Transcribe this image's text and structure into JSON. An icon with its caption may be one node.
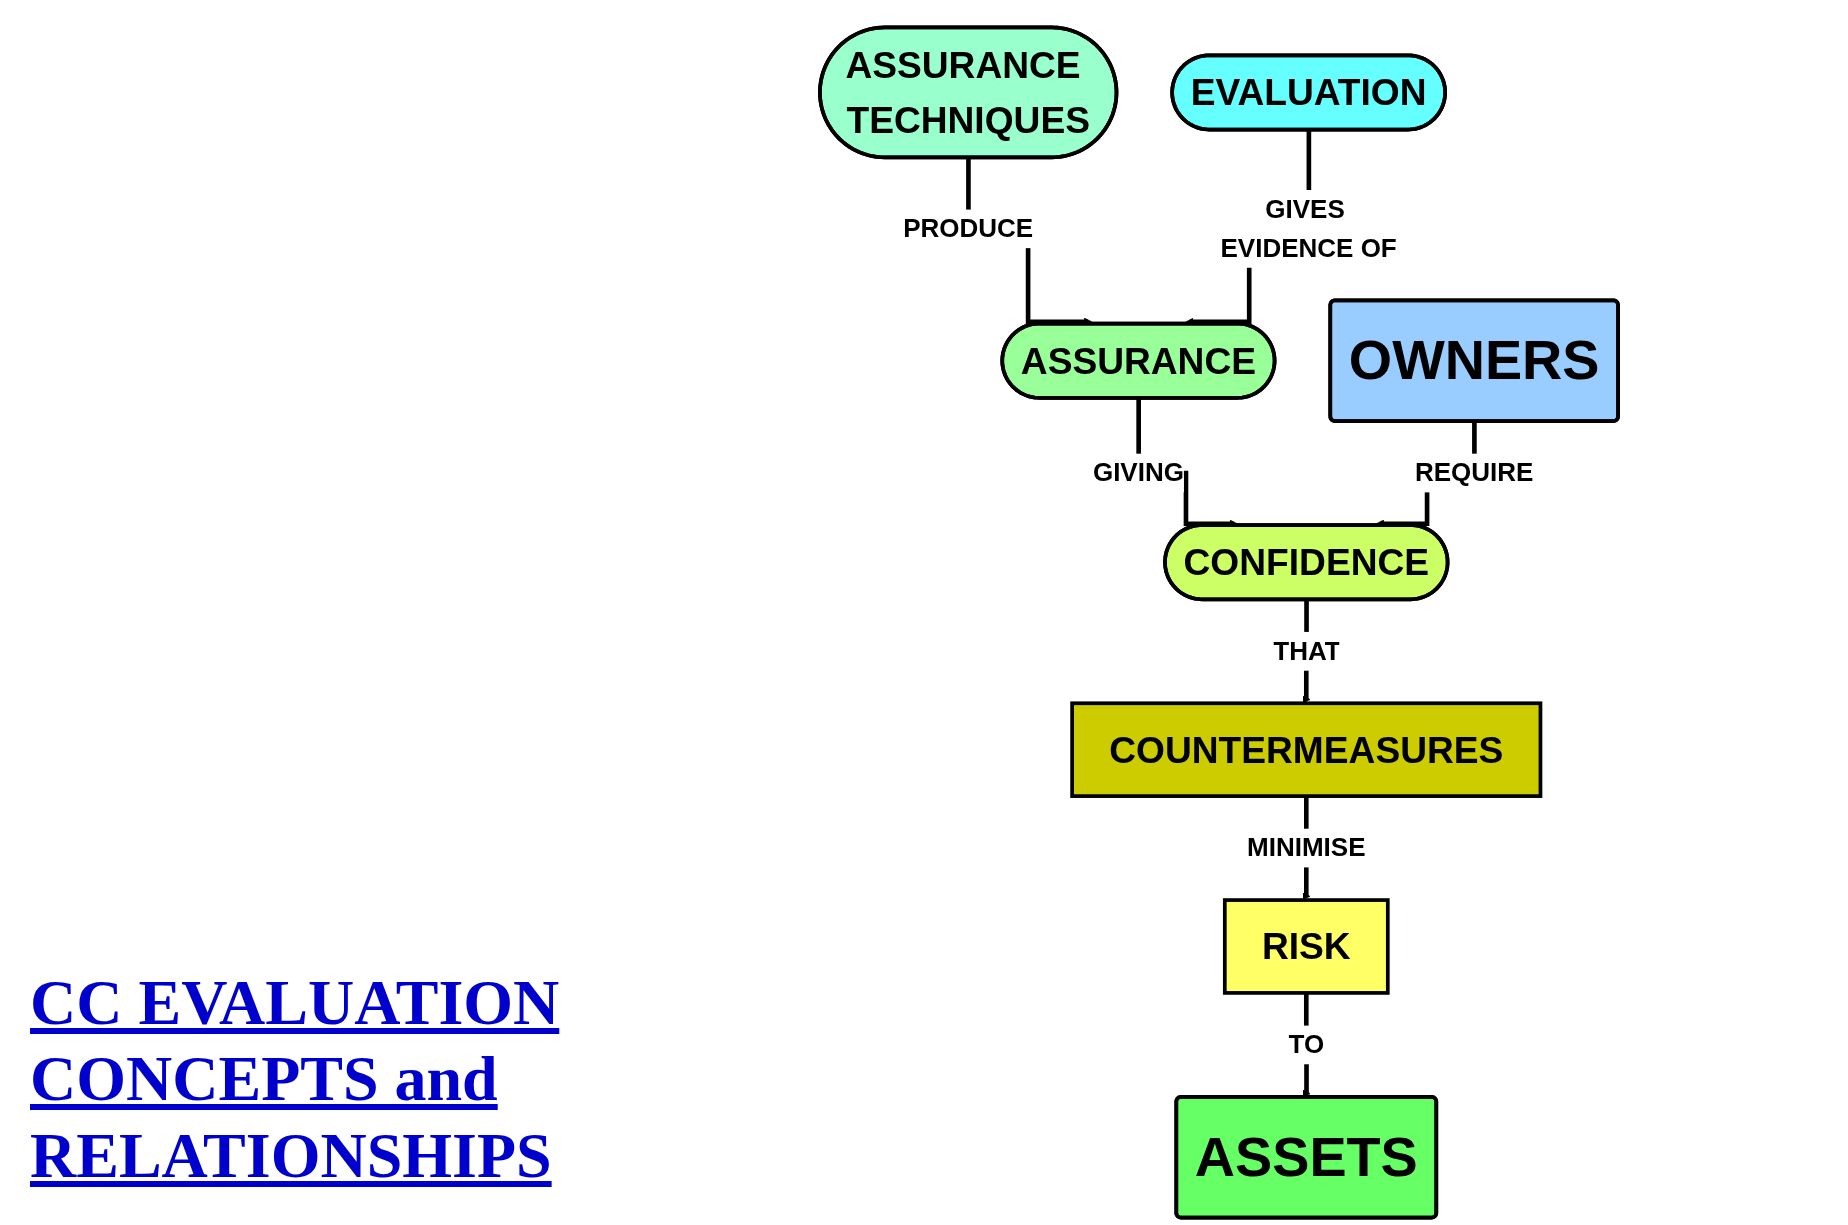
{
  "diagram": {
    "title": "CC EVALUATION CONCEPTS and RELATIONSHIPS",
    "nodes": [
      {
        "text": [
          "ASSURANCE TECHNIQUES"
        ]
      },
      {
        "text": [
          "EVALUATION"
        ]
      },
      {
        "text": [
          "ASSURANCE"
        ]
      },
      {
        "text": [
          "OWNERS"
        ]
      },
      {
        "text": [
          "CONFIDENCE"
        ]
      },
      {
        "text": [
          "COUNTERMEASURES"
        ]
      },
      {
        "text": [
          "RISK"
        ]
      },
      {
        "text": [
          "ASSETS"
        ]
      }
    ],
    "edges": [
      {
        "from": 0,
        "to": 2,
        "arrow": "to",
        "label": "PRODUCE"
      },
      {
        "from": 1,
        "to": 2,
        "arrow": "to",
        "label": "GIVES EVIDENCE OF"
      },
      {
        "from": 2,
        "to": 4,
        "arrow": "to",
        "label": "GIVING"
      },
      {
        "from": 3,
        "to": 4,
        "arrow": "to",
        "label": "REQUIRE"
      },
      {
        "from": 4,
        "to": 5,
        "arrow": "to",
        "label": "THAT"
      },
      {
        "from": 5,
        "to": 6,
        "arrow": "to",
        "label": "MINIMISE"
      },
      {
        "from": 6,
        "to": 7,
        "arrow": "to",
        "label": "TO"
      }
    ]
  }
}
